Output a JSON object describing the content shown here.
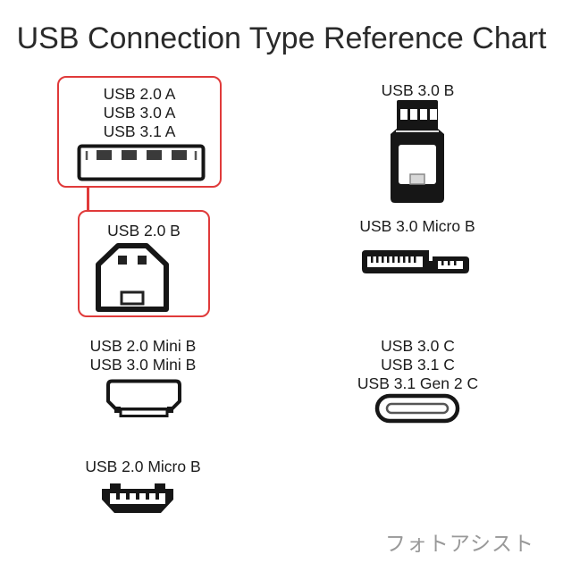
{
  "title": "USB Connection Type Reference Chart",
  "left_column": {
    "usb_a_group": {
      "labels": [
        "USB 2.0 A",
        "USB 3.0 A",
        "USB 3.1 A"
      ],
      "icon": "usb-a-connector-icon",
      "highlighted": true
    },
    "usb_b_group": {
      "labels": [
        "USB 2.0 B"
      ],
      "icon": "usb-2-b-connector-icon",
      "highlighted": true
    },
    "mini_b_group": {
      "labels": [
        "USB 2.0 Mini B",
        "USB 3.0 Mini B"
      ],
      "icon": "usb-mini-b-connector-icon",
      "highlighted": false
    },
    "micro_b_group": {
      "labels": [
        "USB 2.0 Micro B"
      ],
      "icon": "usb-micro-b-connector-icon",
      "highlighted": false
    }
  },
  "right_column": {
    "usb3_b_group": {
      "labels": [
        "USB 3.0 B"
      ],
      "icon": "usb-3-b-connector-icon",
      "highlighted": false
    },
    "usb3_micro_b_group": {
      "labels": [
        "USB 3.0 Micro B"
      ],
      "icon": "usb-3-micro-b-connector-icon",
      "highlighted": false
    },
    "usb_c_group": {
      "labels": [
        "USB 3.0 C",
        "USB 3.1 C",
        "USB 3.1 Gen 2 C"
      ],
      "icon": "usb-c-connector-icon",
      "highlighted": false
    }
  },
  "watermark": "フォトアシスト",
  "colors": {
    "highlight_red": "#e03a3a",
    "connector_black": "#161616",
    "text": "#1c1c1c",
    "watermark_gray": "#999999"
  }
}
